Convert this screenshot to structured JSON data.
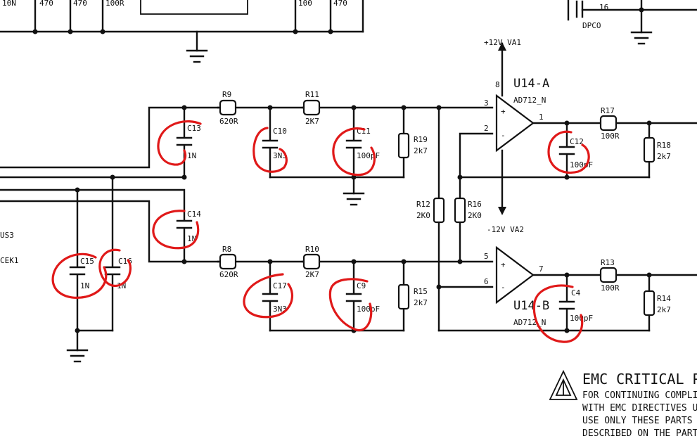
{
  "accent_color": "#e01919",
  "power": {
    "positive": "+12V VA1",
    "negative": "-12V VA2"
  },
  "opamps": {
    "a": {
      "ref": "U14-A",
      "part": "AD712_N",
      "pins": {
        "plus": "3",
        "minus": "2",
        "out": "1"
      },
      "supply_pin": "8",
      "plus_sign": "+",
      "minus_sign": "-"
    },
    "b": {
      "ref": "U14-B",
      "part": "AD712_N",
      "pins": {
        "plus": "5",
        "minus": "6",
        "out": "7"
      },
      "plus_sign": "+",
      "minus_sign": "-"
    }
  },
  "resistors": {
    "r9": {
      "ref": "R9",
      "value": "620R"
    },
    "r11": {
      "ref": "R11",
      "value": "2K7"
    },
    "r19": {
      "ref": "R19",
      "value": "2k7"
    },
    "r12": {
      "ref": "R12",
      "value": "2K0"
    },
    "r16": {
      "ref": "R16",
      "value": "2K0"
    },
    "r17": {
      "ref": "R17",
      "value": "100R"
    },
    "r18": {
      "ref": "R18",
      "value": "2k7"
    },
    "r8": {
      "ref": "R8",
      "value": "620R"
    },
    "r10": {
      "ref": "R10",
      "value": "2K7"
    },
    "r15": {
      "ref": "R15",
      "value": "2k7"
    },
    "r13": {
      "ref": "R13",
      "value": "100R"
    },
    "r14": {
      "ref": "R14",
      "value": "2k7"
    }
  },
  "capacitors": {
    "c13": {
      "ref": "C13",
      "value": "1N"
    },
    "c10": {
      "ref": "C10",
      "value": "3N3"
    },
    "c11": {
      "ref": "C11",
      "value": "100pF"
    },
    "c12": {
      "ref": "C12",
      "value": "100pF"
    },
    "c14": {
      "ref": "C14",
      "value": "1N"
    },
    "c15": {
      "ref": "C15",
      "value": "1N"
    },
    "c16": {
      "ref": "C16",
      "value": "1N"
    },
    "c17": {
      "ref": "C17",
      "value": "3N3"
    },
    "c9": {
      "ref": "C9",
      "value": "100pF"
    },
    "c4": {
      "ref": "C4",
      "value": "100pF"
    }
  },
  "top_fragments": {
    "t1": "10N",
    "t2": "470",
    "t3": "470",
    "t4": "100R",
    "t5": "100",
    "t6": "470",
    "c_label": "16",
    "c_value": "DPCO"
  },
  "left_fragments": {
    "l1": "US3",
    "l2": "CEK1"
  },
  "emc_note": {
    "title": "EMC CRITICAL PART",
    "line1": "FOR CONTINUING COMPLIANCE",
    "line2": "WITH EMC DIRECTIVES USE",
    "line3": "USE ONLY THESE PARTS",
    "line4": "DESCRIBED ON THE PARTS LIST"
  }
}
